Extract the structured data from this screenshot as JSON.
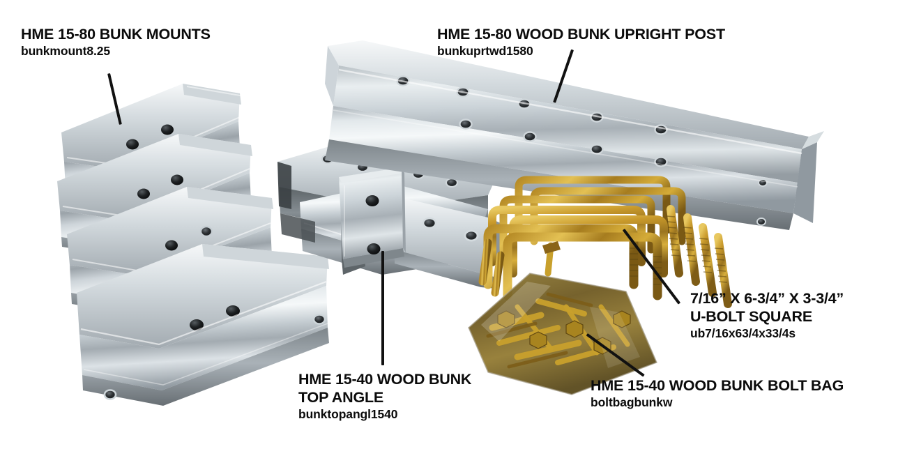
{
  "image": {
    "background_color": "#ffffff",
    "subject": "annotated product photo of galvanized steel trailer bunk bracket kit components"
  },
  "callouts": [
    {
      "id": "bunk-mounts",
      "title_line1": "HME 15-80 BUNK MOUNTS",
      "title_line2": "",
      "sku": "bunkmount8.25",
      "part_description": "four stacked galvanized steel bunk mount channels, each with two bolt holes"
    },
    {
      "id": "upright-post",
      "title_line1": "HME 15-80 WOOD BUNK UPRIGHT POST",
      "title_line2": "",
      "sku": "bunkuprtwd1580",
      "part_description": "long galvanized steel angle post with two rows of countersunk holes"
    },
    {
      "id": "top-angle",
      "title_line1": "HME 15-40 WOOD BUNK",
      "title_line2": "TOP ANGLE",
      "sku": "bunktopangl1540",
      "part_description": "L-shaped galvanized angle bracket with two face holes"
    },
    {
      "id": "u-bolt",
      "title_line1": "7/16” X 6-3/4” X 3-3/4”",
      "title_line2": "U-BOLT SQUARE",
      "sku": "ub7/16x63/4x33/4s",
      "part_description": "stack of yellow zinc chromate square U-bolts"
    },
    {
      "id": "bolt-bag",
      "title_line1": "HME 15-40 WOOD BUNK BOLT BAG",
      "title_line2": "",
      "sku": "boltbagbunkw",
      "part_description": "clear poly bag of yellow zinc plated bolts, nuts and washers"
    }
  ],
  "colors": {
    "text": "#0b0b0b",
    "leader_line": "#111111",
    "background": "#ffffff",
    "galvanized_light": "#eef2f4",
    "galvanized_mid": "#b4bcc2",
    "galvanized_dark": "#6f767b",
    "zinc_yellow": "#c99a2b",
    "zinc_yellow_dark": "#8a6417"
  }
}
